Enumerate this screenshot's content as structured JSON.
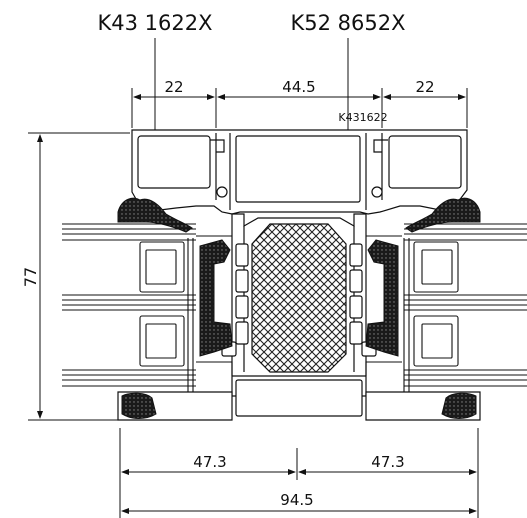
{
  "titles": {
    "left": "K43 1622X",
    "right": "K52 8652X"
  },
  "top_dimensions": {
    "left": "22",
    "middle": "44.5",
    "right": "22"
  },
  "inner_label": "K431622",
  "side_dimension": "77",
  "bottom_dimensions": {
    "left": "47.3",
    "right": "47.3",
    "total": "94.5"
  },
  "colors": {
    "line": "#111111",
    "fill": "#ffffff",
    "gasket": "#1a1a1a",
    "hatch": "#222222"
  }
}
